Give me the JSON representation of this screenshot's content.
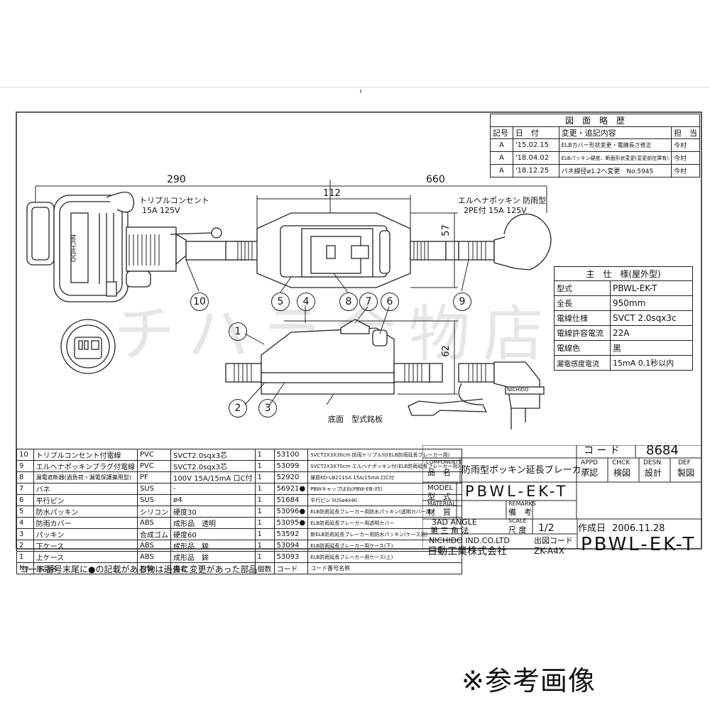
{
  "watermark": "チハラ金物店",
  "revision_table": {
    "title": "図　面　略　歴",
    "headers": [
      "記号",
      "日　付",
      "変更・追記内容",
      "担　当"
    ],
    "rows": [
      {
        "mark": "A",
        "date": "'15.02.15",
        "content": "ELBカバー形状変更・電線長さ修正",
        "by": "今村"
      },
      {
        "mark": "A",
        "date": "'18.04.02",
        "content": "ELBパッキン硬度、断面形状変更(変更前在庫有)",
        "by": "今村"
      },
      {
        "mark": "A",
        "date": "'18.12.25",
        "content": "バネ線径ø1.2へ変更　No.5945",
        "by": "今村"
      }
    ]
  },
  "dimensions": {
    "d290": "290",
    "d660": "660",
    "d112": "112",
    "d57": "57",
    "d62": "62"
  },
  "labels": {
    "triple_outlet": "トリプルコンセント",
    "triple_outlet_rating": "15A 125V",
    "plug": "エルヘナポッキン 防雨型",
    "plug_rating": "2PE付 15A 125V",
    "bottom_label": "底面　型式銘板",
    "outlet_body_text": "NICHIDO",
    "plug_tag": "NICHIDO"
  },
  "callouts": [
    "10",
    "5",
    "4",
    "8",
    "7",
    "6",
    "9",
    "1",
    "2",
    "3"
  ],
  "spec_table": {
    "title": "主　仕　様(屋外型)",
    "rows": [
      {
        "k": "型式",
        "v": "PBWL-EK-T"
      },
      {
        "k": "全長",
        "v": "950mm"
      },
      {
        "k": "電線仕様",
        "v": "SVCT 2.0sqx3c"
      },
      {
        "k": "電線許容電流",
        "v": "22A"
      },
      {
        "k": "電線色",
        "v": "黒"
      },
      {
        "k": "漏電感度電流",
        "v": "15mA 0.1秒以内"
      }
    ]
  },
  "parts_table": {
    "rows": [
      {
        "no": "10",
        "name": "トリプルコンセント付電線",
        "mat": "PVC",
        "note": "SVCT2.0sqx3芯",
        "qty": "1",
        "code": "53100",
        "codename": "SVCT2X3X30cm 防雨トリプル付(ELB防雨延長ブレーカー用)"
      },
      {
        "no": "9",
        "name": "エルヘナポッキンプラグ付電線",
        "mat": "PVC",
        "note": "SVCT2.0sqx3芯",
        "qty": "1",
        "code": "53099",
        "codename": "SVCT2X3X70cm エルヘナポッキン付(ELB防雨延長ブレーカー用)"
      },
      {
        "no": "8",
        "name": "漏電遮断器(過負荷・漏電保護兼用型)",
        "mat": "PF",
        "note": "100V 15A/15mA 口C付",
        "qty": "1",
        "code": "52920",
        "codename": "篠原KD-LB211SA 15A/15mA 口C付"
      },
      {
        "no": "7",
        "name": "バネ",
        "mat": "SUS",
        "note": "-",
        "qty": "1",
        "code": "56921●",
        "codename": "PBWキャップばね(PBW-EB-05)"
      },
      {
        "no": "6",
        "name": "平行ピン",
        "mat": "SUS",
        "note": "ø4",
        "qty": "1",
        "code": "51684",
        "codename": "平行ピン SUSø4x40"
      },
      {
        "no": "5",
        "name": "防水パッキン",
        "mat": "シリコン",
        "note": "硬度30",
        "qty": "1",
        "code": "53096●",
        "codename": "ELB防雨延長ブレーカー用防水パッキン(透明カバー用)"
      },
      {
        "no": "4",
        "name": "防雨カバー",
        "mat": "ABS",
        "note": "成形品　透明",
        "qty": "1",
        "code": "53095●",
        "codename": "ELB防雨延長ブレーカー用透明カバー"
      },
      {
        "no": "3",
        "name": "パッキン",
        "mat": "合成ゴム",
        "note": "硬度60",
        "qty": "1",
        "code": "53592",
        "codename": "新ELB防雨延長ブレーカー用防水パッキン(ケース用)"
      },
      {
        "no": "2",
        "name": "下ケース",
        "mat": "ABS",
        "note": "成形品　鉾",
        "qty": "1",
        "code": "53094",
        "codename": "ELB防雨延長ブレーカー用ケース(下)"
      },
      {
        "no": "1",
        "name": "上ケース",
        "mat": "ABS",
        "note": "成形品　鉾",
        "qty": "1",
        "code": "53093",
        "codename": "ELB防雨延長ブレーカー用ケース(上)"
      }
    ],
    "header": {
      "no": "No.",
      "name": "部品名",
      "mat": "材質",
      "note": "備考",
      "qty": "個数",
      "code": "コード",
      "codename": "コード番号名称"
    }
  },
  "title_block": {
    "code_label": "コ ー ド",
    "code_value": "8684",
    "components_en": "COMPONENTS",
    "components_jp": "品　名",
    "product_name": "防雨型ポッキン延長ブレーカー",
    "appd": "APPD",
    "appd_jp": "承認",
    "chck": "CHCK",
    "chck_jp": "検図",
    "desn": "DESN",
    "desn_jp": "設計",
    "def": "DEF",
    "def_jp": "製図",
    "model_en": "MODEL",
    "model_jp": "型　式",
    "model_value": "PBWL-EK-T",
    "material_en": "MATERIAL",
    "material_jp": "材　質",
    "remarks_en": "REMARKS",
    "remarks_jp": "備　考",
    "angle_en": "3AD ANGLE",
    "angle_jp": "第 三 角 法",
    "scale_en": "SCALE",
    "scale_jp": "尺 度",
    "scale_value": "1/2",
    "date_label": "作成日",
    "date_value": "2006.11.28",
    "company_en": "NICHIDO IND.CO.LTD",
    "company_jp": "日動工業株式会社",
    "drawing_code_label": "出図コード",
    "drawing_code_value": "ZK-A4X",
    "drawing_no": "PBWL-EK-T"
  },
  "footer_note": "コード番号末尾に●の記載がある物は過去に変更があった部品",
  "reference_note": "※参考画像"
}
